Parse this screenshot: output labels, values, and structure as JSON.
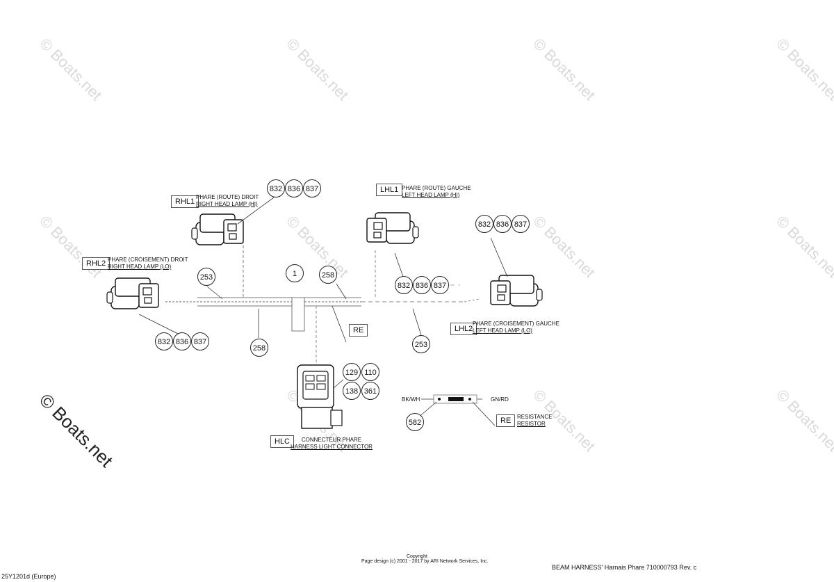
{
  "watermark": "© Boats.net",
  "callouts": {
    "rhl1_parts": [
      "832",
      "836",
      "837"
    ],
    "rhl2_parts": [
      "832",
      "836",
      "837"
    ],
    "lhl1_parts": [
      "832",
      "836",
      "837"
    ],
    "lhl2_parts": [
      "832",
      "836",
      "837"
    ],
    "hlc_parts": [
      "129",
      "110",
      "138",
      "361"
    ],
    "c1": "1",
    "c253_left": "253",
    "c253_right": "253",
    "c258_top": "258",
    "c258_bottom": "258",
    "c582": "582"
  },
  "labels": {
    "rhl1": {
      "code": "RHL1",
      "fr": "PHARE (ROUTE) DROIT",
      "en": "RIGHT HEAD LAMP (HI)"
    },
    "rhl2": {
      "code": "RHL2",
      "fr": "PHARE (CROISEMENT) DROIT",
      "en": "RIGHT HEAD LAMP (LO)"
    },
    "lhl1": {
      "code": "LHL1",
      "fr": "PHARE (ROUTE) GAUCHE",
      "en": "LEFT HEAD LAMP (HI)"
    },
    "lhl2": {
      "code": "LHL2",
      "fr": "PHARE (CROISEMENT) GAUCHE",
      "en": "LEFT HEAD LAMP (LO)"
    },
    "hlc": {
      "code": "HLC",
      "fr": "CONNECTEUR PHARE",
      "en": "HARNESS LIGHT CONNECTOR"
    },
    "re_main": "RE",
    "re_res": {
      "code": "RE",
      "fr": "RESISTANCE",
      "en": "RESISTOR"
    },
    "wire_left": "BK/WH",
    "wire_right": "GN/RD"
  },
  "footer": {
    "copyright": "Copyright",
    "page_design": "Page design (c) 2001 - 2017 by ARI Network Services, Inc.",
    "model": "25Y1201d (Europe)",
    "title": "BEAM HARNESS' Harnais Phare 710000793 Rev. c"
  }
}
